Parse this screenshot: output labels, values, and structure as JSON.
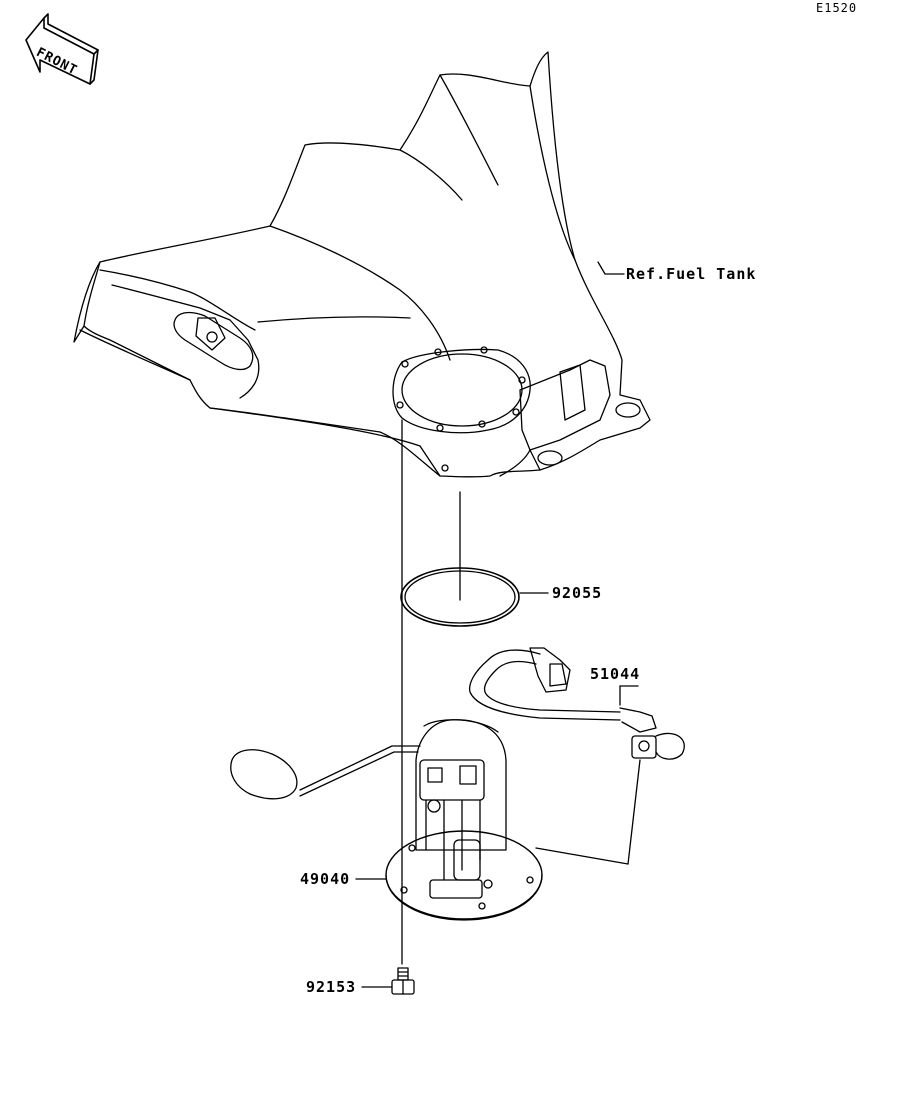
{
  "diagram": {
    "code": "E1520",
    "front_label": "FRONT",
    "parts": {
      "fuel_tank": "Ref.Fuel Tank",
      "o_ring": "92055",
      "hose": "51044",
      "fuel_pump": "49040",
      "bolt": "92153"
    },
    "line_color": "#000000",
    "background": "#ffffff"
  }
}
